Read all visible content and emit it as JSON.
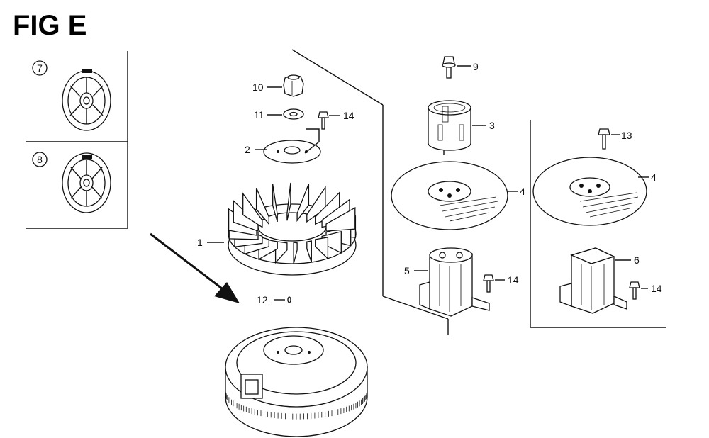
{
  "figure": {
    "title": "FIG E"
  },
  "insets": [
    {
      "id": "7",
      "label": "7"
    },
    {
      "id": "8",
      "label": "8"
    }
  ],
  "callouts": {
    "c1": "1",
    "c2": "2",
    "c3": "3",
    "c4a": "4",
    "c4b": "4",
    "c5": "5",
    "c6": "6",
    "c9": "9",
    "c10": "10",
    "c11": "11",
    "c12": "12",
    "c13": "13",
    "c14a": "14",
    "c14b": "14",
    "c14c": "14"
  },
  "icons": [
    "recoil-pulley-icon",
    "flywheel-icon",
    "cooling-fan-icon",
    "starter-cup-icon",
    "starter-pulley-icon",
    "bolt-icon",
    "nut-icon",
    "washer-icon"
  ]
}
